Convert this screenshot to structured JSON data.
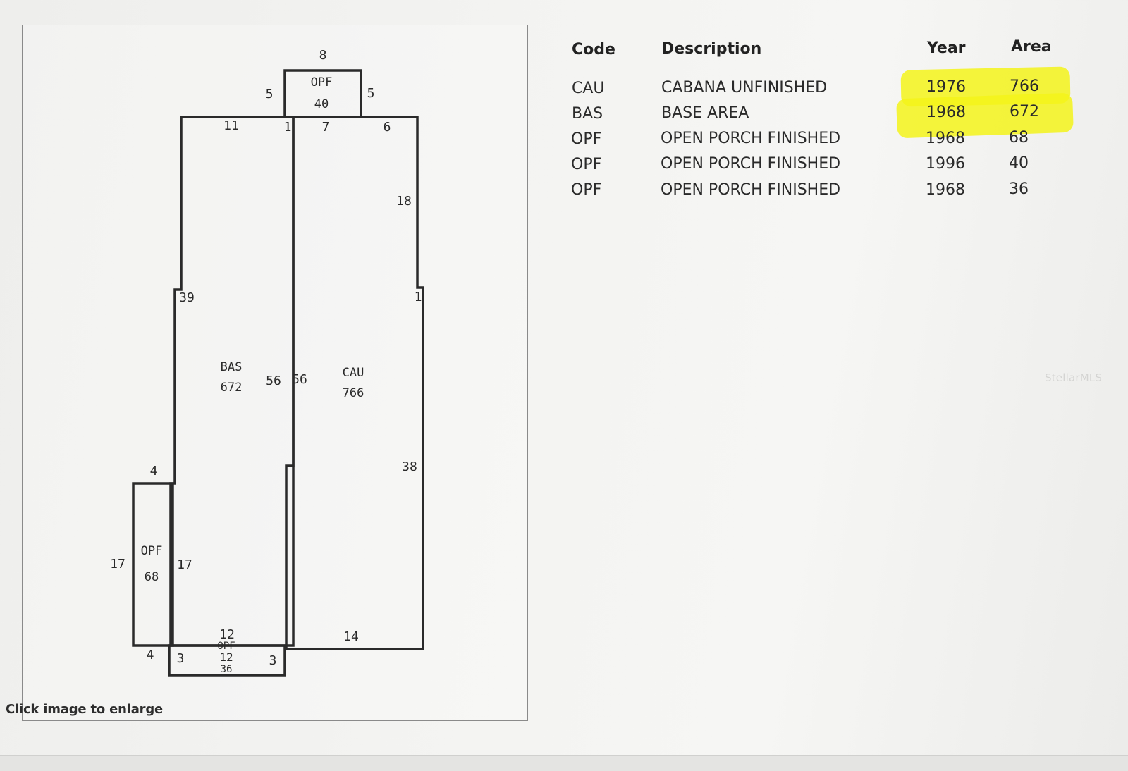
{
  "sketch": {
    "hint": "Click image to enlarge",
    "areas": [
      {
        "code": "OPF",
        "area": "40"
      },
      {
        "code": "BAS",
        "area": "672"
      },
      {
        "code": "CAU",
        "area": "766"
      },
      {
        "code": "OPF",
        "area": "68"
      },
      {
        "code": "OPF",
        "area": "36"
      }
    ],
    "dimensions": {
      "opf_top_width": "8",
      "opf_top_left": "5",
      "opf_top_right": "5",
      "bas_top": "11",
      "bas_top_jog": "1",
      "cau_top": "7",
      "cau_top_right": "6",
      "cau_right_upper": "18",
      "cau_right_step": "1",
      "bas_left": "39",
      "bas_cau_shared_left": "56",
      "bas_cau_shared_right": "56",
      "cau_right_lower": "38",
      "opf_left_top": "4",
      "opf_left_side": "17",
      "opf_left_inner": "17",
      "bas_bottom": "12",
      "opf_bottom_width": "12",
      "cau_bottom": "14",
      "opf_left_bottom": "4",
      "opf_bottom_left": "3",
      "opf_bottom_right": "3"
    }
  },
  "table": {
    "headers": {
      "code": "Code",
      "description": "Description",
      "year": "Year",
      "area": "Area"
    },
    "rows": [
      {
        "code": "CAU",
        "description": "CABANA UNFINISHED",
        "year": "1976",
        "area": "766",
        "highlighted": true
      },
      {
        "code": "BAS",
        "description": "BASE AREA",
        "year": "1968",
        "area": "672",
        "highlighted": true
      },
      {
        "code": "OPF",
        "description": "OPEN PORCH FINISHED",
        "year": "1968",
        "area": "68",
        "highlighted": false
      },
      {
        "code": "OPF",
        "description": "OPEN PORCH FINISHED",
        "year": "1996",
        "area": "40",
        "highlighted": false
      },
      {
        "code": "OPF",
        "description": "OPEN PORCH FINISHED",
        "year": "1968",
        "area": "36",
        "highlighted": false
      }
    ],
    "highlight_color": "#f3f31a"
  },
  "watermark": "StellarMLS"
}
